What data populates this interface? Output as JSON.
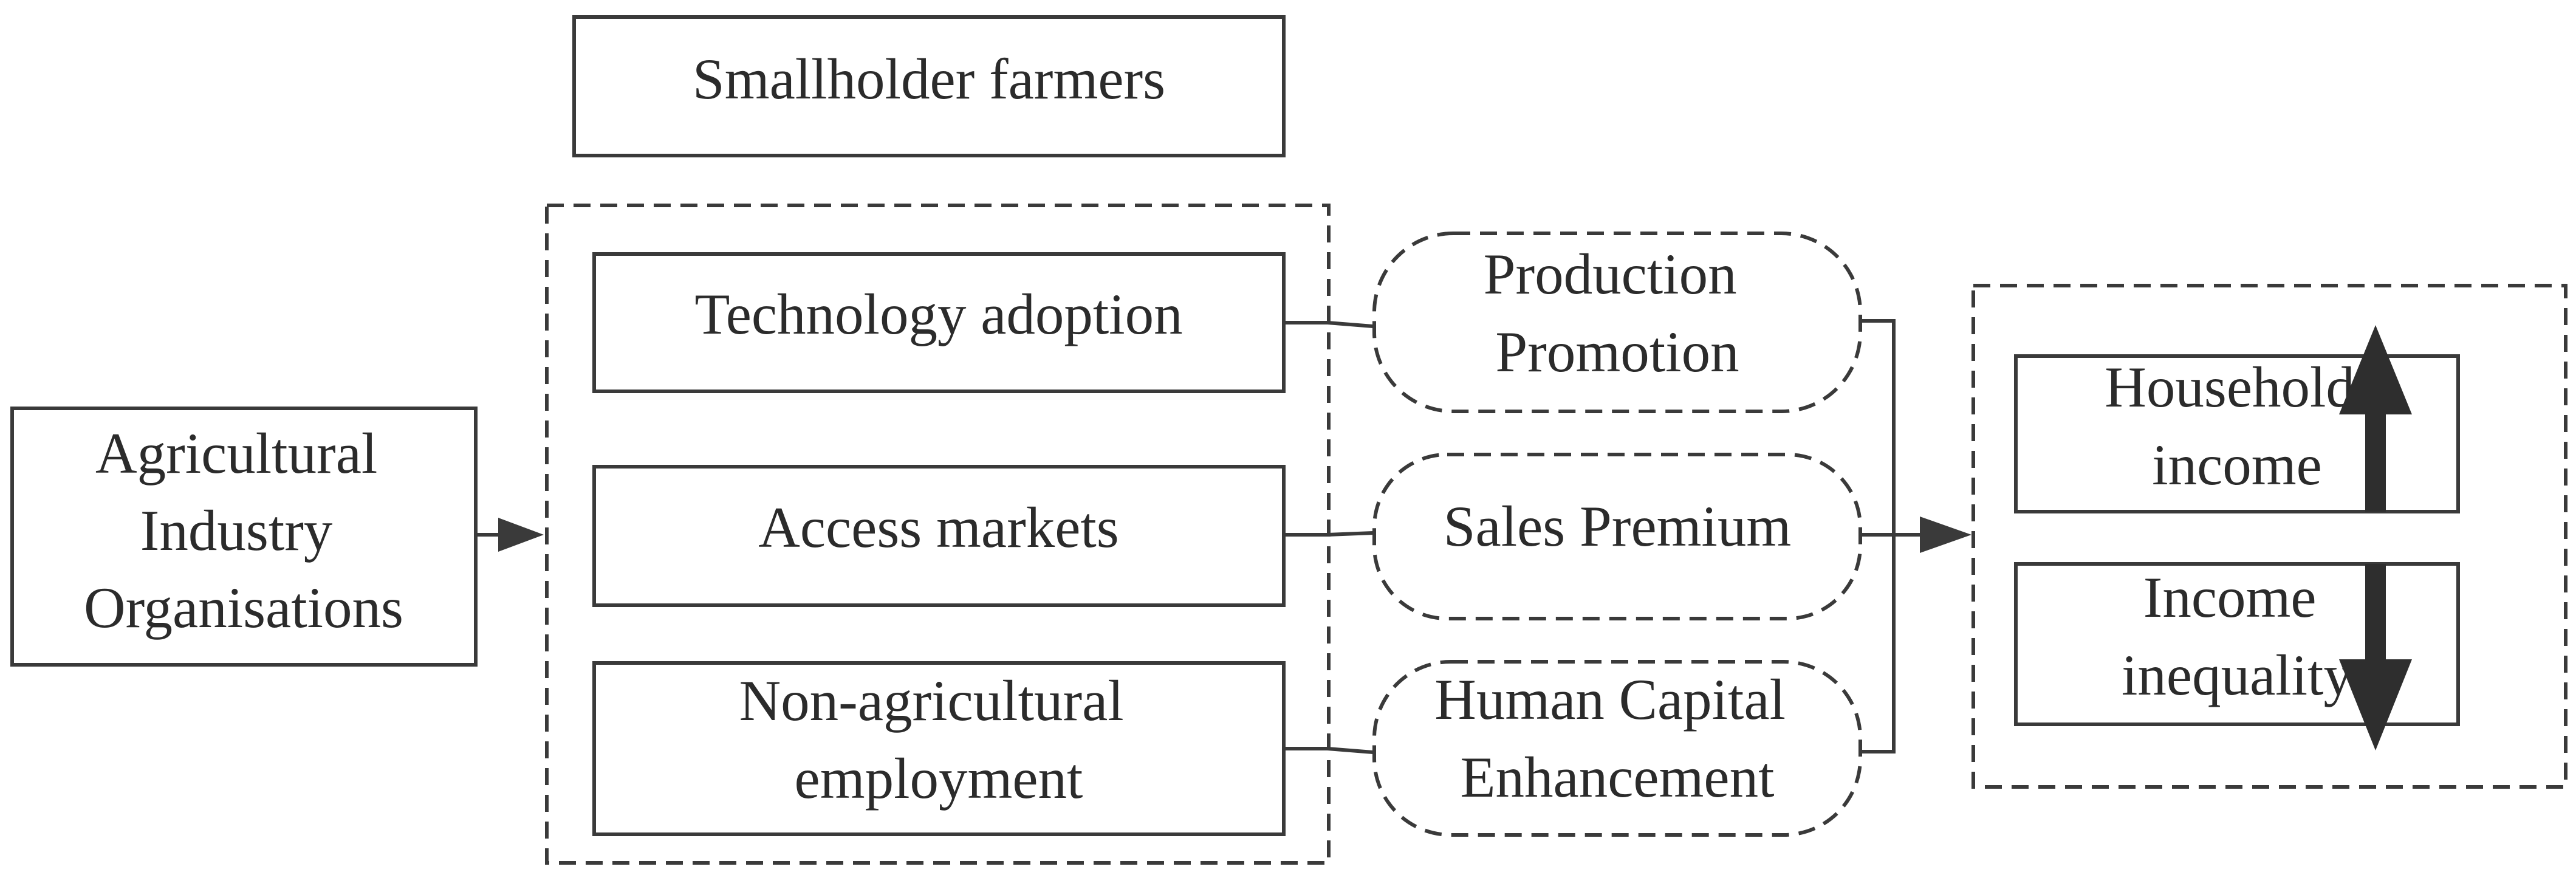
{
  "nodes": {
    "smallholder": {
      "lines": [
        "Smallholder farmers"
      ]
    },
    "organisations": {
      "lines": [
        "Agricultural",
        "Industry",
        "Organisations"
      ]
    },
    "technology": {
      "lines": [
        "Technology adoption"
      ]
    },
    "markets": {
      "lines": [
        "Access markets"
      ]
    },
    "employment": {
      "lines": [
        "Non-agricultural",
        "employment"
      ]
    },
    "production": {
      "lines": [
        "Production",
        "Promotion"
      ]
    },
    "sales": {
      "lines": [
        "Sales Premium"
      ]
    },
    "human_capital": {
      "lines": [
        "Human Capital",
        "Enhancement"
      ]
    },
    "household_income": {
      "lines": [
        "Household",
        "income"
      ]
    },
    "income_inequality": {
      "lines": [
        "Income",
        "inequality"
      ]
    }
  },
  "indicators": {
    "household_income": "increase",
    "income_inequality": "decrease"
  },
  "colors": {
    "stroke": "#3a3a3a",
    "text": "#2b2b2b",
    "arrow_fill": "#2e2e2e"
  }
}
